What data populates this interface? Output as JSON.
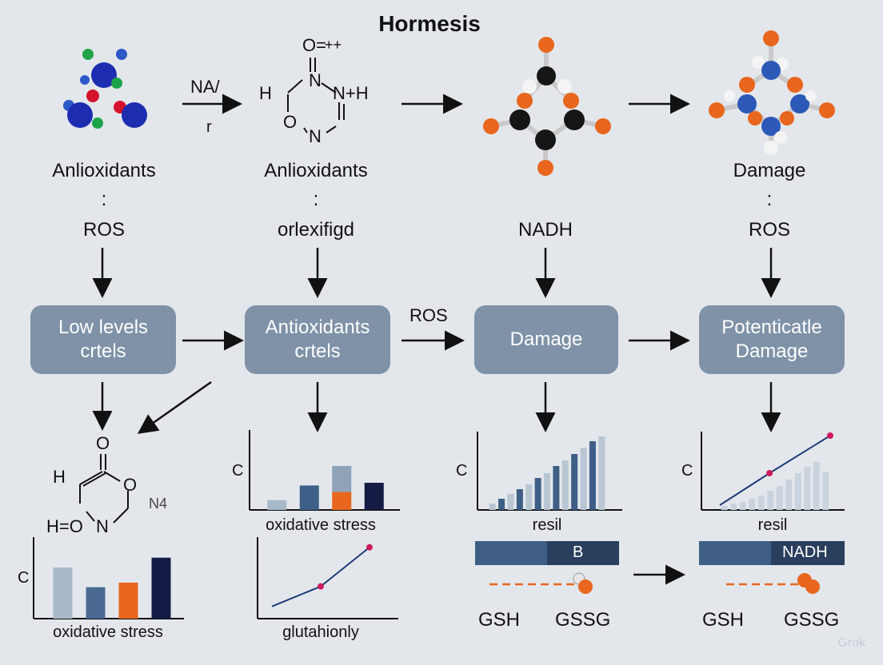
{
  "title": "Hormesis",
  "columns": [
    {
      "name": "Anlioxidants",
      "sub": "ROS",
      "box": [
        "Low levels",
        "crtels"
      ]
    },
    {
      "name": "Anlioxidants",
      "sub": "orlexifigd",
      "box": [
        "Antioxidants",
        "crtels"
      ]
    },
    {
      "name": "",
      "sub": "NADH",
      "box": [
        "Damage"
      ]
    },
    {
      "name": "Damage",
      "sub": "ROS",
      "box": [
        "Potenticatle",
        "Damage"
      ]
    }
  ],
  "separator": ":",
  "arrow_labels": {
    "top1": "NA/",
    "top1b": "r",
    "between_boxes": "ROS"
  },
  "molecule_labels": {
    "top": [
      "O=",
      "++",
      "N",
      "N+H",
      "H",
      "O",
      "N"
    ],
    "bottom": [
      "O",
      "H",
      "O",
      "H=O",
      "N",
      "N4"
    ]
  },
  "charts": [
    {
      "id": "c1",
      "ylabel": "C",
      "xlabel": "oxidative stress"
    },
    {
      "id": "c2",
      "ylabel": "C",
      "xlabel": "oxidative stress"
    },
    {
      "id": "c3",
      "ylabel": "",
      "xlabel": "glutahionly"
    },
    {
      "id": "c4",
      "ylabel": "C",
      "xlabel": "resil"
    },
    {
      "id": "c5",
      "ylabel": "C",
      "xlabel": "resil"
    }
  ],
  "chart_data": [
    {
      "type": "bar",
      "id": "c1",
      "values": [
        0.78,
        0.48,
        0.55,
        0.93
      ],
      "colors": [
        "#a8b9c9",
        "#4a6a92",
        "#e8661e",
        "#141b44"
      ]
    },
    {
      "type": "bar",
      "id": "c2",
      "values": [
        0.18,
        0.45,
        0.33,
        0.5
      ],
      "stack_top": [
        0,
        0,
        0.48,
        0
      ],
      "colors": [
        "#a8b9c9",
        "#3d5f88",
        "#e8661e",
        "#141b44"
      ]
    },
    {
      "type": "line",
      "id": "c3",
      "x": [
        0,
        0.5,
        1
      ],
      "y": [
        0.16,
        0.42,
        0.93
      ]
    },
    {
      "type": "bar",
      "id": "c4",
      "values": [
        0.08,
        0.14,
        0.2,
        0.26,
        0.32,
        0.4,
        0.46,
        0.55,
        0.62,
        0.7,
        0.78,
        0.86,
        0.92
      ]
    },
    {
      "type": "line",
      "id": "c5",
      "x": [
        0,
        0.45,
        1
      ],
      "y": [
        0.06,
        0.46,
        0.93
      ],
      "bars": [
        0.05,
        0.08,
        0.1,
        0.14,
        0.18,
        0.24,
        0.3,
        0.38,
        0.46,
        0.54,
        0.6,
        0.48
      ]
    }
  ],
  "status_bars": [
    {
      "label": "B",
      "left": "GSH",
      "right": "GSSG"
    },
    {
      "label": "NADH",
      "left": "GSH",
      "right": "GSSG"
    }
  ],
  "brand": "Grok",
  "colors": {
    "background": "#e3e7ec",
    "box": "#7f92a7",
    "dark_bar": "#3e5e86",
    "orange": "#e8661e",
    "navy": "#141b44"
  }
}
